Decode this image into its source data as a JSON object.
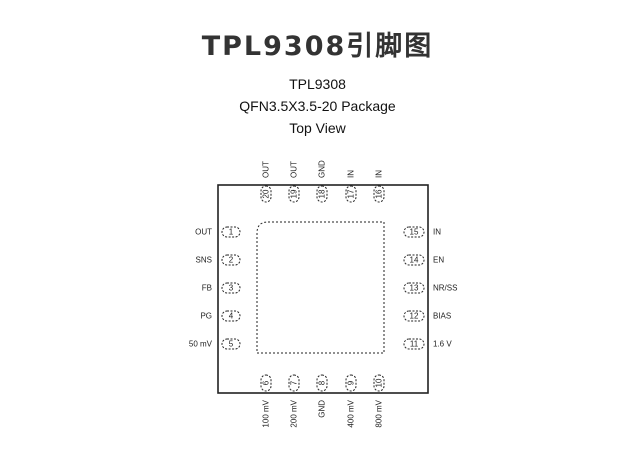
{
  "header": {
    "title": "TPL9308引脚图",
    "subtitle_lines": [
      "TPL9308",
      "QFN3.5X3.5-20 Package",
      "Top View"
    ]
  },
  "colors": {
    "outline": "#222222",
    "text": "#222222"
  },
  "pins": {
    "top": [
      {
        "num": "20",
        "name": "OUT"
      },
      {
        "num": "19",
        "name": "OUT"
      },
      {
        "num": "18",
        "name": "GND"
      },
      {
        "num": "17",
        "name": "IN"
      },
      {
        "num": "16",
        "name": "IN"
      }
    ],
    "left": [
      {
        "num": "1",
        "name": "OUT"
      },
      {
        "num": "2",
        "name": "SNS"
      },
      {
        "num": "3",
        "name": "FB"
      },
      {
        "num": "4",
        "name": "PG"
      },
      {
        "num": "5",
        "name": "50 mV"
      }
    ],
    "right": [
      {
        "num": "15",
        "name": "IN"
      },
      {
        "num": "14",
        "name": "EN"
      },
      {
        "num": "13",
        "name": "NR/SS"
      },
      {
        "num": "12",
        "name": "BIAS"
      },
      {
        "num": "11",
        "name": "1.6 V"
      }
    ],
    "bottom": [
      {
        "num": "6",
        "name": "100 mV"
      },
      {
        "num": "7",
        "name": "200 mV"
      },
      {
        "num": "8",
        "name": "GND"
      },
      {
        "num": "9",
        "name": "400 mV"
      },
      {
        "num": "10",
        "name": "800 mV"
      }
    ]
  }
}
